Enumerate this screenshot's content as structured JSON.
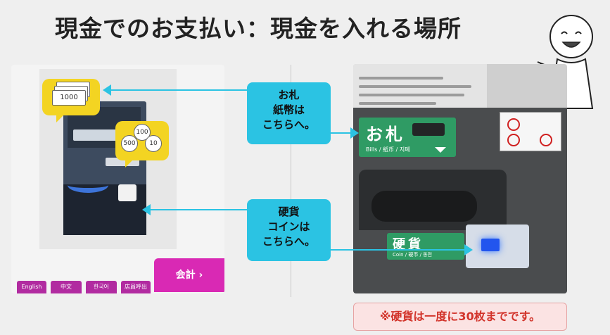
{
  "title": "現金でのお支払い：現金を入れる場所",
  "left_screen": {
    "bill_amount": "1000",
    "coins": [
      "100",
      "500",
      "10"
    ],
    "pay_button": "会計 ›",
    "languages": [
      "English",
      "中文",
      "한국어",
      "店員呼出"
    ]
  },
  "callouts": {
    "bills": [
      "お札",
      "紙幣は",
      "こちらへ。"
    ],
    "coins": [
      "硬貨",
      "コインは",
      "こちらへ。"
    ]
  },
  "photo": {
    "bills_label": "お札",
    "bills_sub": "Bills / 紙币 / 지폐",
    "coin_label": "硬貨",
    "coin_sub": "Coin / 硬币 / 동전"
  },
  "note": "※硬貨は一度に30枚までです。",
  "colors": {
    "callout": "#2bc3e3",
    "accent_pink": "#d929b4",
    "note_red": "#d2332a",
    "machine_green": "#2f9b64"
  }
}
